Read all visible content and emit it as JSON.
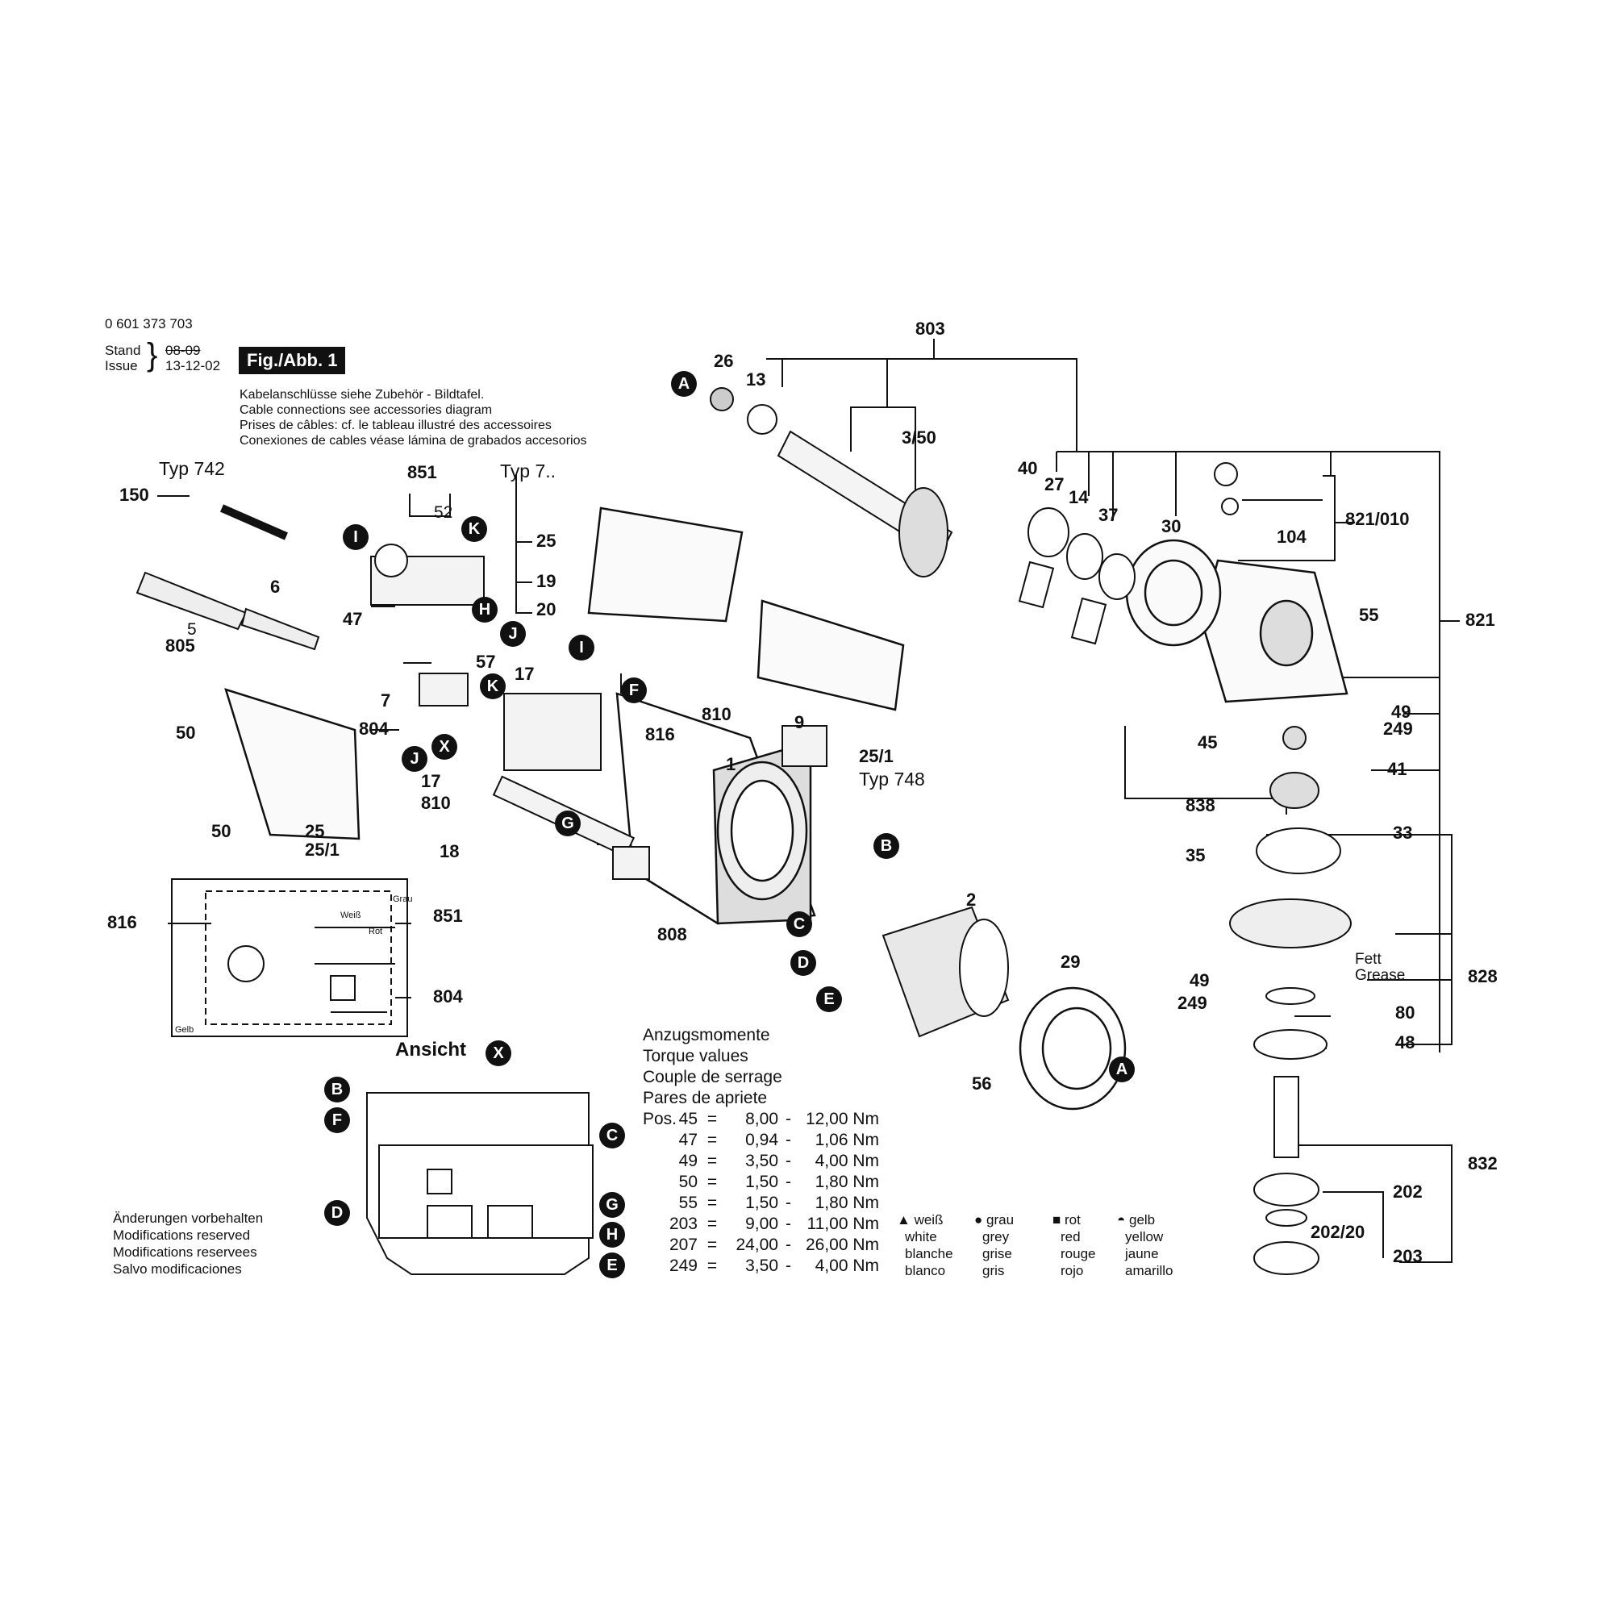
{
  "header": {
    "part_number": "0 601 373 703",
    "stand_label": "Stand",
    "issue_label": "Issue",
    "stand_date": "08-09",
    "issue_date": "13-12-02",
    "figure_label": "Fig./Abb. 1"
  },
  "cable_note": [
    "Kabelanschlüsse siehe Zubehör - Bildtafel.",
    "Cable connections see accessories diagram",
    "Prises de câbles: cf. le tableau illustré des accessoires",
    "Conexiones de cables véase lámina de grabados accesorios"
  ],
  "type_labels": {
    "typ_742": "Typ 742",
    "typ_7": "Typ 7..",
    "typ_748": "Typ 748"
  },
  "part_numbers": {
    "p150": "150",
    "p851": "851",
    "p52": "52",
    "p6": "6",
    "p5": "5",
    "p805": "805",
    "p47": "47",
    "p57": "57",
    "p7": "7",
    "p804": "804",
    "p50a": "50",
    "p50b": "50",
    "p25a": "25",
    "p25_1a": "25/1",
    "p25b": "25",
    "p19": "19",
    "p20": "20",
    "p17a": "17",
    "p810a": "810",
    "p816a": "816",
    "p17b": "17",
    "p810b": "810",
    "p18": "18",
    "p9": "9",
    "p1": "1",
    "p808": "808",
    "p25_1b": "25/1",
    "p816b": "816",
    "p851b": "851",
    "p804b": "804",
    "p803": "803",
    "p26": "26",
    "p13": "13",
    "p3_50": "3/50",
    "p40": "40",
    "p27": "27",
    "p14": "14",
    "p37": "37",
    "p30": "30",
    "p104": "104",
    "p821_010": "821/010",
    "p821": "821",
    "p55": "55",
    "p49a": "49",
    "p249a": "249",
    "p45": "45",
    "p41": "41",
    "p838": "838",
    "p33": "33",
    "p35": "35",
    "p828": "828",
    "p49b": "49",
    "p249b": "249",
    "p80": "80",
    "p48": "48",
    "p832": "832",
    "p202": "202",
    "p202_20": "202/20",
    "p203": "203",
    "p2": "2",
    "p29": "29",
    "p56": "56"
  },
  "badges": {
    "A": "A",
    "B": "B",
    "C": "C",
    "D": "D",
    "E": "E",
    "F": "F",
    "G": "G",
    "H": "H",
    "I": "I",
    "J": "J",
    "K": "K",
    "X": "X"
  },
  "wiring_colors": {
    "grau": "Grau",
    "weiss": "Weiß",
    "rot": "Rot",
    "gelb": "Gelb"
  },
  "fett": {
    "de": "Fett",
    "en": "Grease"
  },
  "ansicht": "Ansicht",
  "torque": {
    "titles": [
      "Anzugsmomente",
      "Torque values",
      "Couple de serrage",
      "Pares de apriete"
    ],
    "pos_label": "Pos.",
    "rows": [
      {
        "pos": "45",
        "eq": "=",
        "min": "8,00",
        "dash": "-",
        "max": "12,00 Nm"
      },
      {
        "pos": "47",
        "eq": "=",
        "min": "0,94",
        "dash": "-",
        "max": "1,06 Nm"
      },
      {
        "pos": "49",
        "eq": "=",
        "min": "3,50",
        "dash": "-",
        "max": "4,00 Nm"
      },
      {
        "pos": "50",
        "eq": "=",
        "min": "1,50",
        "dash": "-",
        "max": "1,80 Nm"
      },
      {
        "pos": "55",
        "eq": "=",
        "min": "1,50",
        "dash": "-",
        "max": "1,80 Nm"
      },
      {
        "pos": "203",
        "eq": "=",
        "min": "9,00",
        "dash": "-",
        "max": "11,00 Nm"
      },
      {
        "pos": "207",
        "eq": "=",
        "min": "24,00",
        "dash": "-",
        "max": "26,00 Nm"
      },
      {
        "pos": "249",
        "eq": "=",
        "min": "3,50",
        "dash": "-",
        "max": "4,00 Nm"
      }
    ]
  },
  "color_legend": [
    {
      "symbol": "triangle",
      "de": "weiß",
      "en": "white",
      "fr": "blanche",
      "es": "blanco"
    },
    {
      "symbol": "circle",
      "de": "grau",
      "en": "grey",
      "fr": "grise",
      "es": "gris"
    },
    {
      "symbol": "square",
      "de": "rot",
      "en": "red",
      "fr": "rouge",
      "es": "rojo"
    },
    {
      "symbol": "half-circle",
      "de": "gelb",
      "en": "yellow",
      "fr": "jaune",
      "es": "amarillo"
    }
  ],
  "modifications": [
    "Änderungen vorbehalten",
    "Modifications reserved",
    "Modifications reservees",
    "Salvo modificaciones"
  ]
}
